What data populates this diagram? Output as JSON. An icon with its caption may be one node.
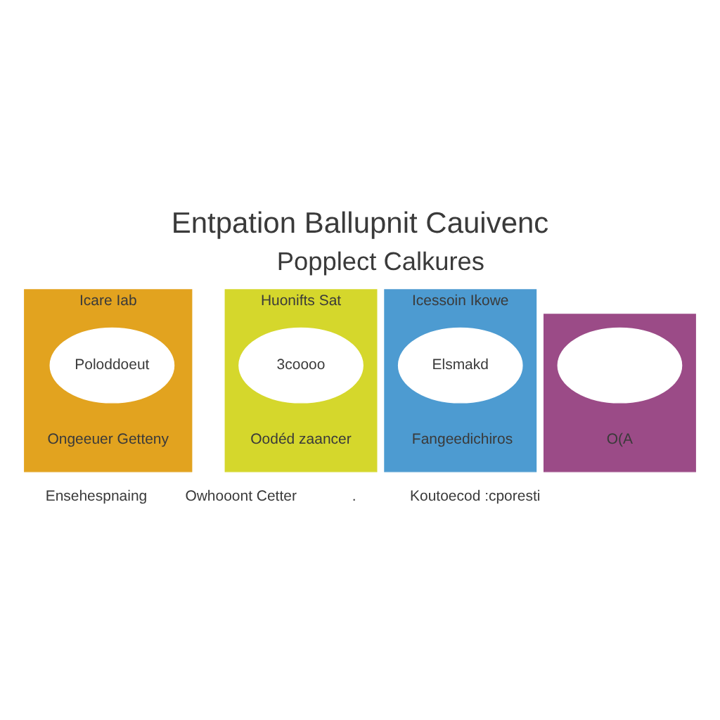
{
  "diagram": {
    "title": "Entpation Ballupnit Cauivenc",
    "nodes": [
      {
        "text": [
          "Icare Iab",
          "Ongeeuer Getteny"
        ],
        "beside": [
          "Ensehespnaing"
        ]
      },
      {
        "text": [
          "Poloddoeut"
        ],
        "in": 0
      },
      {
        "text": [
          "Huonifts Sat",
          "Oodéd zaancer"
        ],
        "beside": [
          "Owhooont Cetter",
          "."
        ]
      },
      {
        "text": [
          "3coooo"
        ],
        "in": 2
      },
      {
        "text": [
          "Icessoin Ikowe",
          "Fangeedichiros"
        ],
        "beside": [
          "Koutoecod :cporesti"
        ]
      },
      {
        "text": [
          "Elsmakd"
        ],
        "in": 4
      },
      {
        "text": [
          "O(A"
        ]
      },
      {
        "text": [],
        "shape": "ellipse",
        "in": 6
      }
    ],
    "labels": [
      "Popplect Calkures"
    ]
  }
}
